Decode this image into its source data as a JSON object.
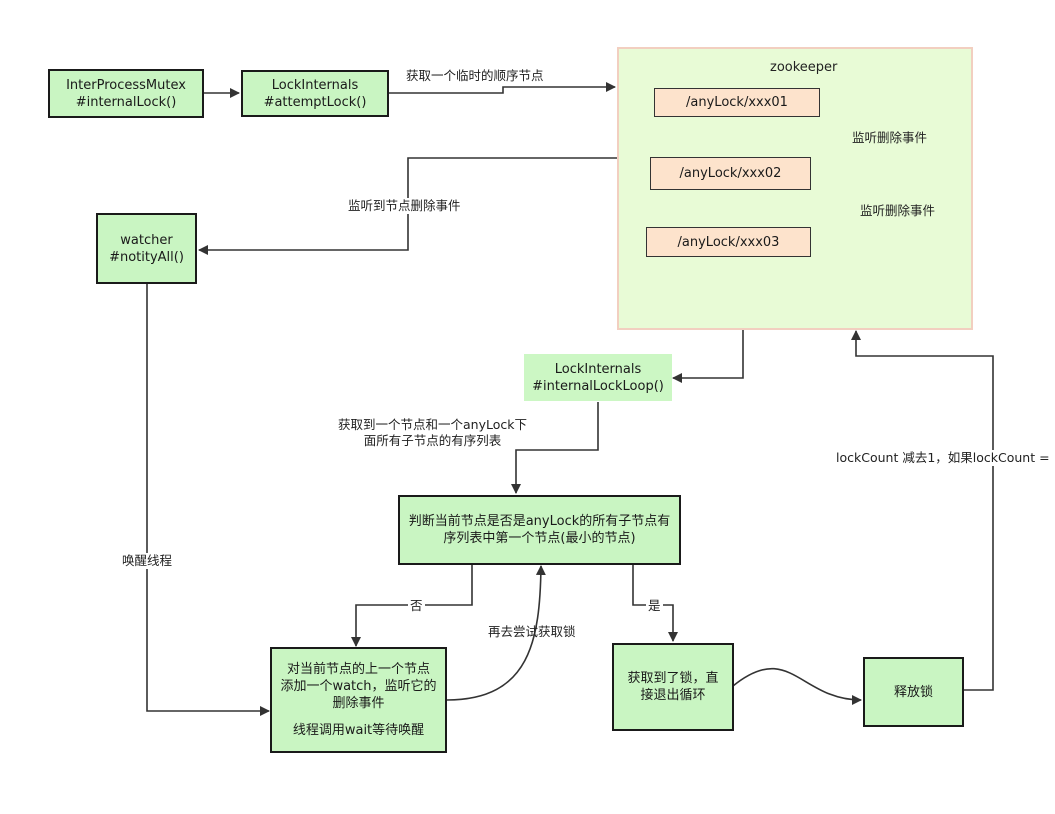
{
  "boxes": {
    "inter_process_mutex": [
      "InterProcessMutex",
      "#internalLock()"
    ],
    "lock_internals_attempt": [
      "LockInternals",
      "#attemptLock()"
    ],
    "watcher": [
      "watcher",
      "#notityAll()"
    ],
    "lock_internals_loop": [
      "LockInternals",
      "#internalLockLoop()"
    ],
    "judge": [
      "判断当前节点是否是anyLock的所有子节点有",
      "序列表中第一个节点(最小的节点)"
    ],
    "watch_prev": [
      "对当前节点的上一个节点",
      "添加一个watch，监听它的",
      "删除事件",
      "线程调用wait等待唤醒"
    ],
    "acquired": [
      "获取到了锁，直",
      "接退出循环"
    ],
    "release": "释放锁"
  },
  "zookeeper": {
    "title": "zookeeper",
    "nodes": [
      "/anyLock/xxx01",
      "/anyLock/xxx02",
      "/anyLock/xxx03"
    ]
  },
  "edge_labels": {
    "get_temp_node": "获取一个临时的顺序节点",
    "listen_node_delete": "监听到节点删除事件",
    "listen_delete_1": "监听删除事件",
    "listen_delete_2": "监听删除事件",
    "got_node_list": [
      "获取到一个节点和一个anyLock下",
      "面所有子节点的有序列表"
    ],
    "wake_thread": "唤醒线程",
    "no": "否",
    "yes": "是",
    "retry": "再去尝试获取锁",
    "lock_count": "lockCount 减去1，如果lockCount ="
  }
}
